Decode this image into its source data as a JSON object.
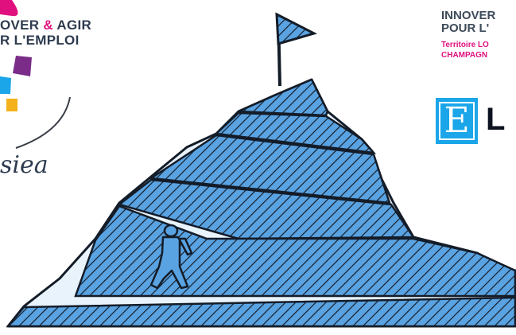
{
  "left_logo": {
    "line1_part1": "OVER ",
    "line1_amp": "&",
    "line1_part2": " AGIR",
    "line2": "R L'EMPLOI",
    "script": "siea"
  },
  "right_logo": {
    "line1": "INNOVER",
    "line2": "POUR L'",
    "line3": "Territoire LO",
    "line4": "CHAMPAGN",
    "badge_letter": "E",
    "letter_after": "L"
  },
  "colors": {
    "sketch_fill": "#5aa3e2",
    "sketch_stroke": "#141c28",
    "accent_pink": "#e0117f",
    "badge_blue": "#1aa6e9"
  },
  "icons": [
    "flag-icon",
    "climber-figure"
  ]
}
